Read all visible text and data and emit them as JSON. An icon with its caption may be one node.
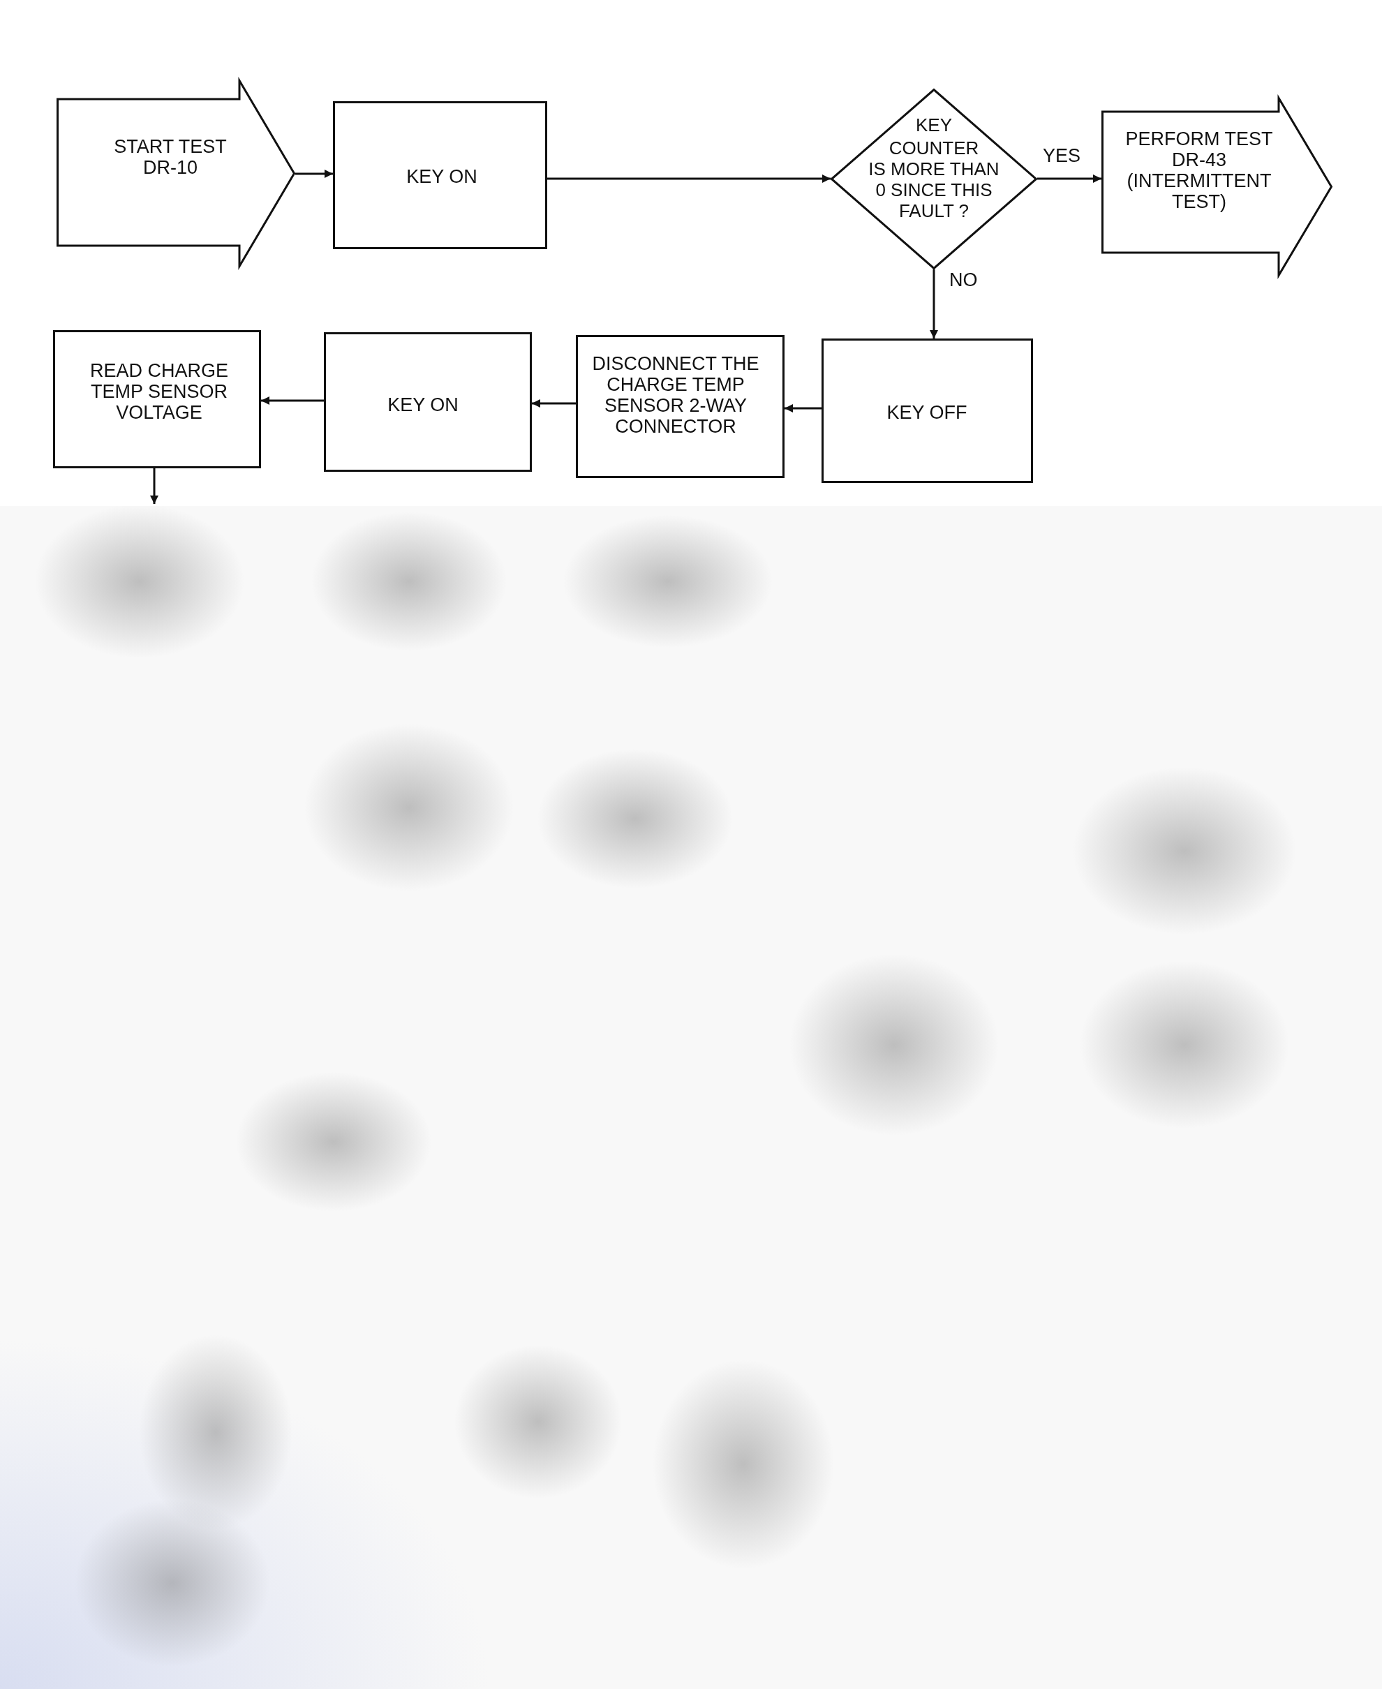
{
  "diagram": {
    "nodes": [
      {
        "text": [
          "START TEST DR-10"
        ]
      },
      {
        "text": [
          "KEY ON"
        ]
      },
      {
        "text": [
          "KEY COUNTER IS MORE THAN 0 SINCE THIS FAULT ?"
        ]
      },
      {
        "text": [
          "PERFORM TEST DR-43 (INTERMITTENT TEST)"
        ]
      },
      {
        "text": [
          "KEY OFF"
        ]
      },
      {
        "text": [
          "DISCONNECT THE CHARGE TEMP SENSOR 2-WAY CONNECTOR"
        ]
      },
      {
        "text": [
          "KEY ON"
        ]
      },
      {
        "text": [
          "READ CHARGE TEMP SENSOR VOLTAGE"
        ]
      }
    ],
    "edges": [
      {
        "from": 0,
        "to": 1,
        "arrow": "to"
      },
      {
        "from": 1,
        "to": 2,
        "arrow": "to"
      },
      {
        "from": 2,
        "to": 3,
        "arrow": "to",
        "label": "YES"
      },
      {
        "from": 2,
        "to": 4,
        "arrow": "to",
        "label": "NO"
      },
      {
        "from": 4,
        "to": 5,
        "arrow": "to"
      },
      {
        "from": 5,
        "to": 6,
        "arrow": "to"
      },
      {
        "from": 6,
        "to": 7,
        "arrow": "to"
      },
      {
        "from": 7,
        "to": null,
        "arrow": "to"
      }
    ]
  }
}
